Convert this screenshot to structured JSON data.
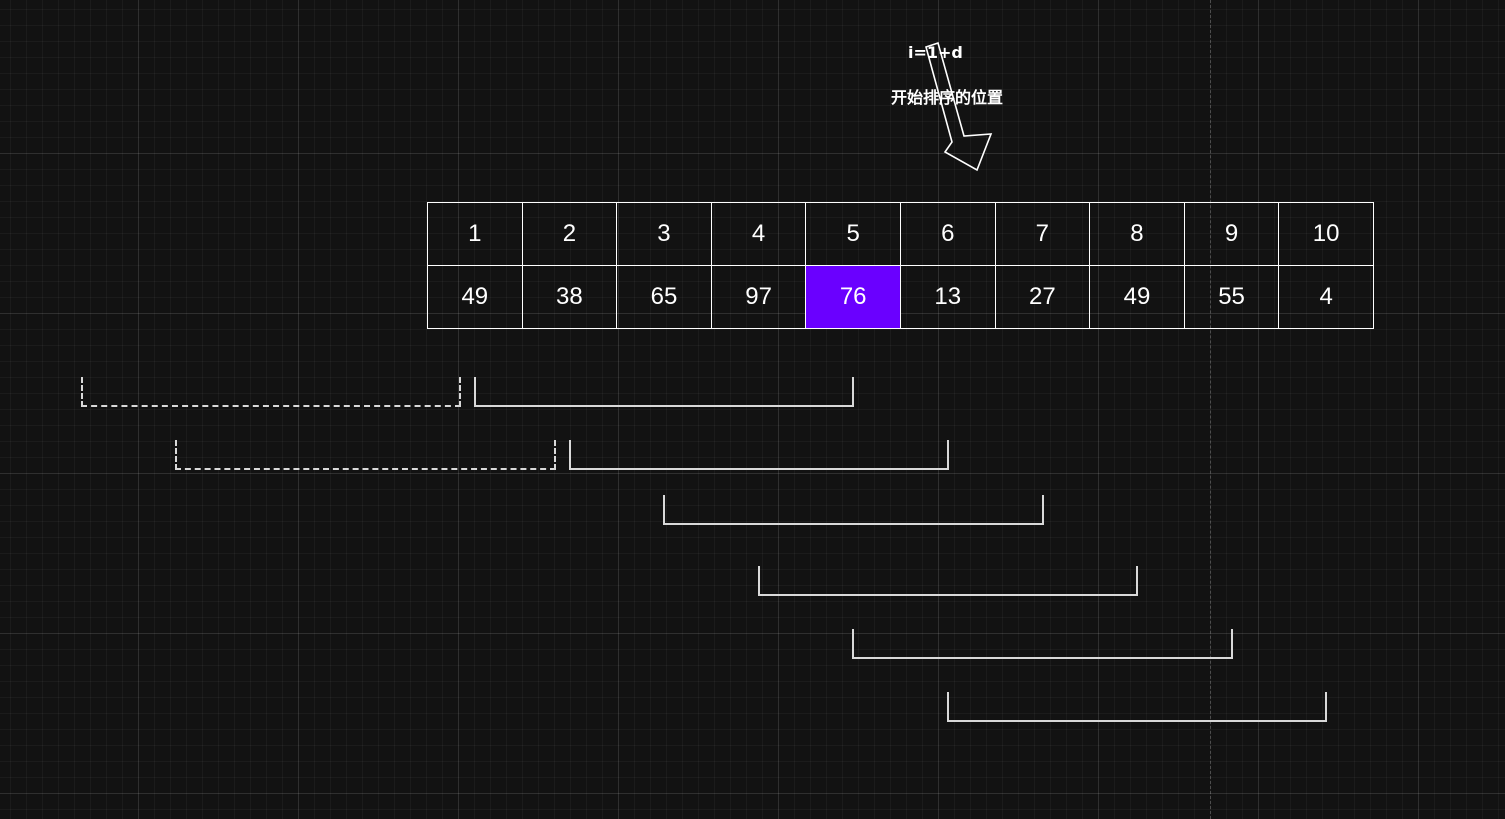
{
  "annotations": {
    "formula": "i=1+d",
    "start_position": "开始排序的位置"
  },
  "table": {
    "indices": [
      "1",
      "2",
      "3",
      "4",
      "5",
      "6",
      "7",
      "8",
      "9",
      "10"
    ],
    "values": [
      "49",
      "38",
      "65",
      "97",
      "76",
      "13",
      "27",
      "49",
      "55",
      "4"
    ],
    "highlight_index": 5,
    "highlight_color": "#6a00ff"
  },
  "brackets": [
    {
      "from": -3,
      "to": 1,
      "style": "dashed"
    },
    {
      "from": 1,
      "to": 5,
      "style": "solid"
    },
    {
      "from": -2,
      "to": 2,
      "style": "dashed"
    },
    {
      "from": 2,
      "to": 6,
      "style": "solid"
    },
    {
      "from": 3,
      "to": 7,
      "style": "solid"
    },
    {
      "from": 4,
      "to": 8,
      "style": "solid"
    },
    {
      "from": 5,
      "to": 9,
      "style": "solid"
    },
    {
      "from": 6,
      "to": 10,
      "style": "solid"
    }
  ],
  "colors": {
    "background": "#121212",
    "line": "#ffffff"
  }
}
